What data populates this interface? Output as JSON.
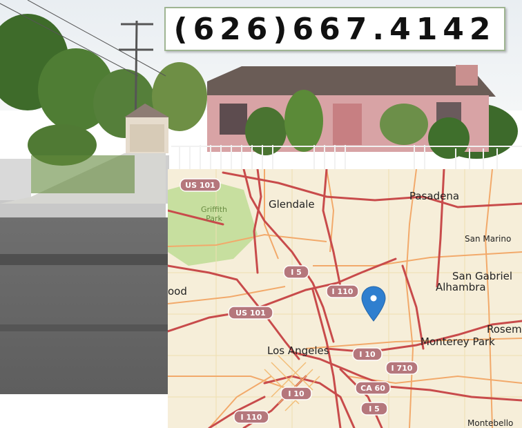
{
  "phone_number": "(626)667.4142",
  "map": {
    "places": {
      "griffith_park": "Griffith\nPark",
      "glendale": "Glendale",
      "pasadena": "Pasadena",
      "san_marino": "San Marino",
      "san_gabriel": "San Gabriel",
      "alhambra": "Alhambra",
      "rosemead": "Rosem",
      "monterey_park": "Monterey Park",
      "los_angeles": "Los Angeles",
      "hollywood": "ood",
      "montebello": "Montebello"
    },
    "shields": {
      "us101_top": "US 101",
      "i5_mid": "I 5",
      "i110_mid": "I 110",
      "us101_left": "US 101",
      "i10_right": "I 10",
      "i710": "I 710",
      "ca60": "CA 60",
      "i10_bottom": "I 10",
      "i5_bottom": "I 5",
      "i110_bottom": "I 110"
    },
    "colors": {
      "background": "#f6eed9",
      "park": "#c7df9f",
      "freeway": "#c84b4b",
      "major_road": "#f2a96a",
      "shield": "#b5777c",
      "marker": "#2f7fcf"
    }
  }
}
